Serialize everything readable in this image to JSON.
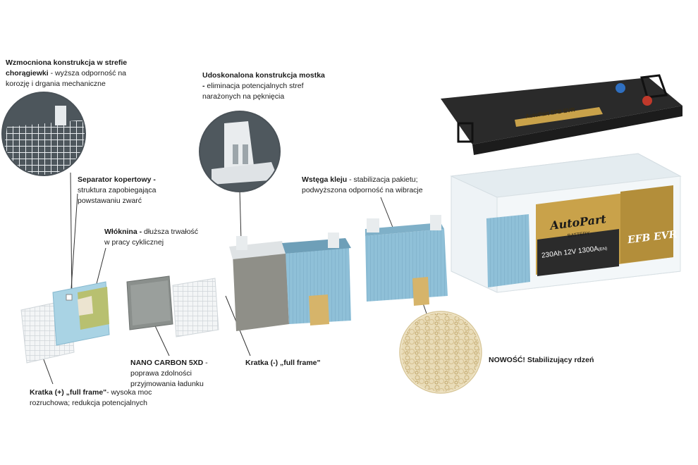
{
  "labels": {
    "flag": {
      "bold": "Wzmocniona konstrukcja w strefie chorągiewki",
      "rest": " - wyższa odporność na korozję i drgania mechaniczne"
    },
    "separator": {
      "bold": "Separator kopertowy -",
      "rest": " struktura zapobiegająca powstawaniu zwarć"
    },
    "fiber": {
      "bold": "Włóknina -",
      "rest": " dłuższa trwałość w pracy cyklicznej"
    },
    "bridge": {
      "bold": "Udoskonalona konstrukcja mostka -",
      "rest": " eliminacja potencjalnych stref narażonych na pęknięcia"
    },
    "glue": {
      "bold": "Wstęga kleju",
      "rest": " - stabilizacja pakietu; podwyższona odporność na wibracje"
    },
    "nano": {
      "bold": "NANO CARBON 5XD",
      "rest": " - poprawa zdolności przyjmowania ładunku"
    },
    "neg_grid": {
      "bold": "Kratka (-) „full frame\"",
      "rest": ""
    },
    "pos_grid": {
      "bold": "Kratka (+) „full frame\"",
      "rest": "- wysoka moc rozruchowa; redukcja potencjalnych"
    },
    "core": {
      "bold": "NOWOŚĆ! Stabilizujący rdzeń",
      "rest": ""
    }
  },
  "battery": {
    "brand": "AutoPart",
    "brand_sub": "BATTERY",
    "specs": "230Ah  12V  1300A",
    "spec_std": "(EN)",
    "type": "EFB EVR",
    "lid_label": "AutoPart   EFB EVR"
  },
  "colors": {
    "gold": "#c9a24a",
    "cell_blue": "#8fc0d8",
    "case": "#eef3f6",
    "lid": "#2a2a2a",
    "terminal_pos": "#c0392b",
    "terminal_neg": "#2f6fc0",
    "core": "#e9dcb8"
  }
}
